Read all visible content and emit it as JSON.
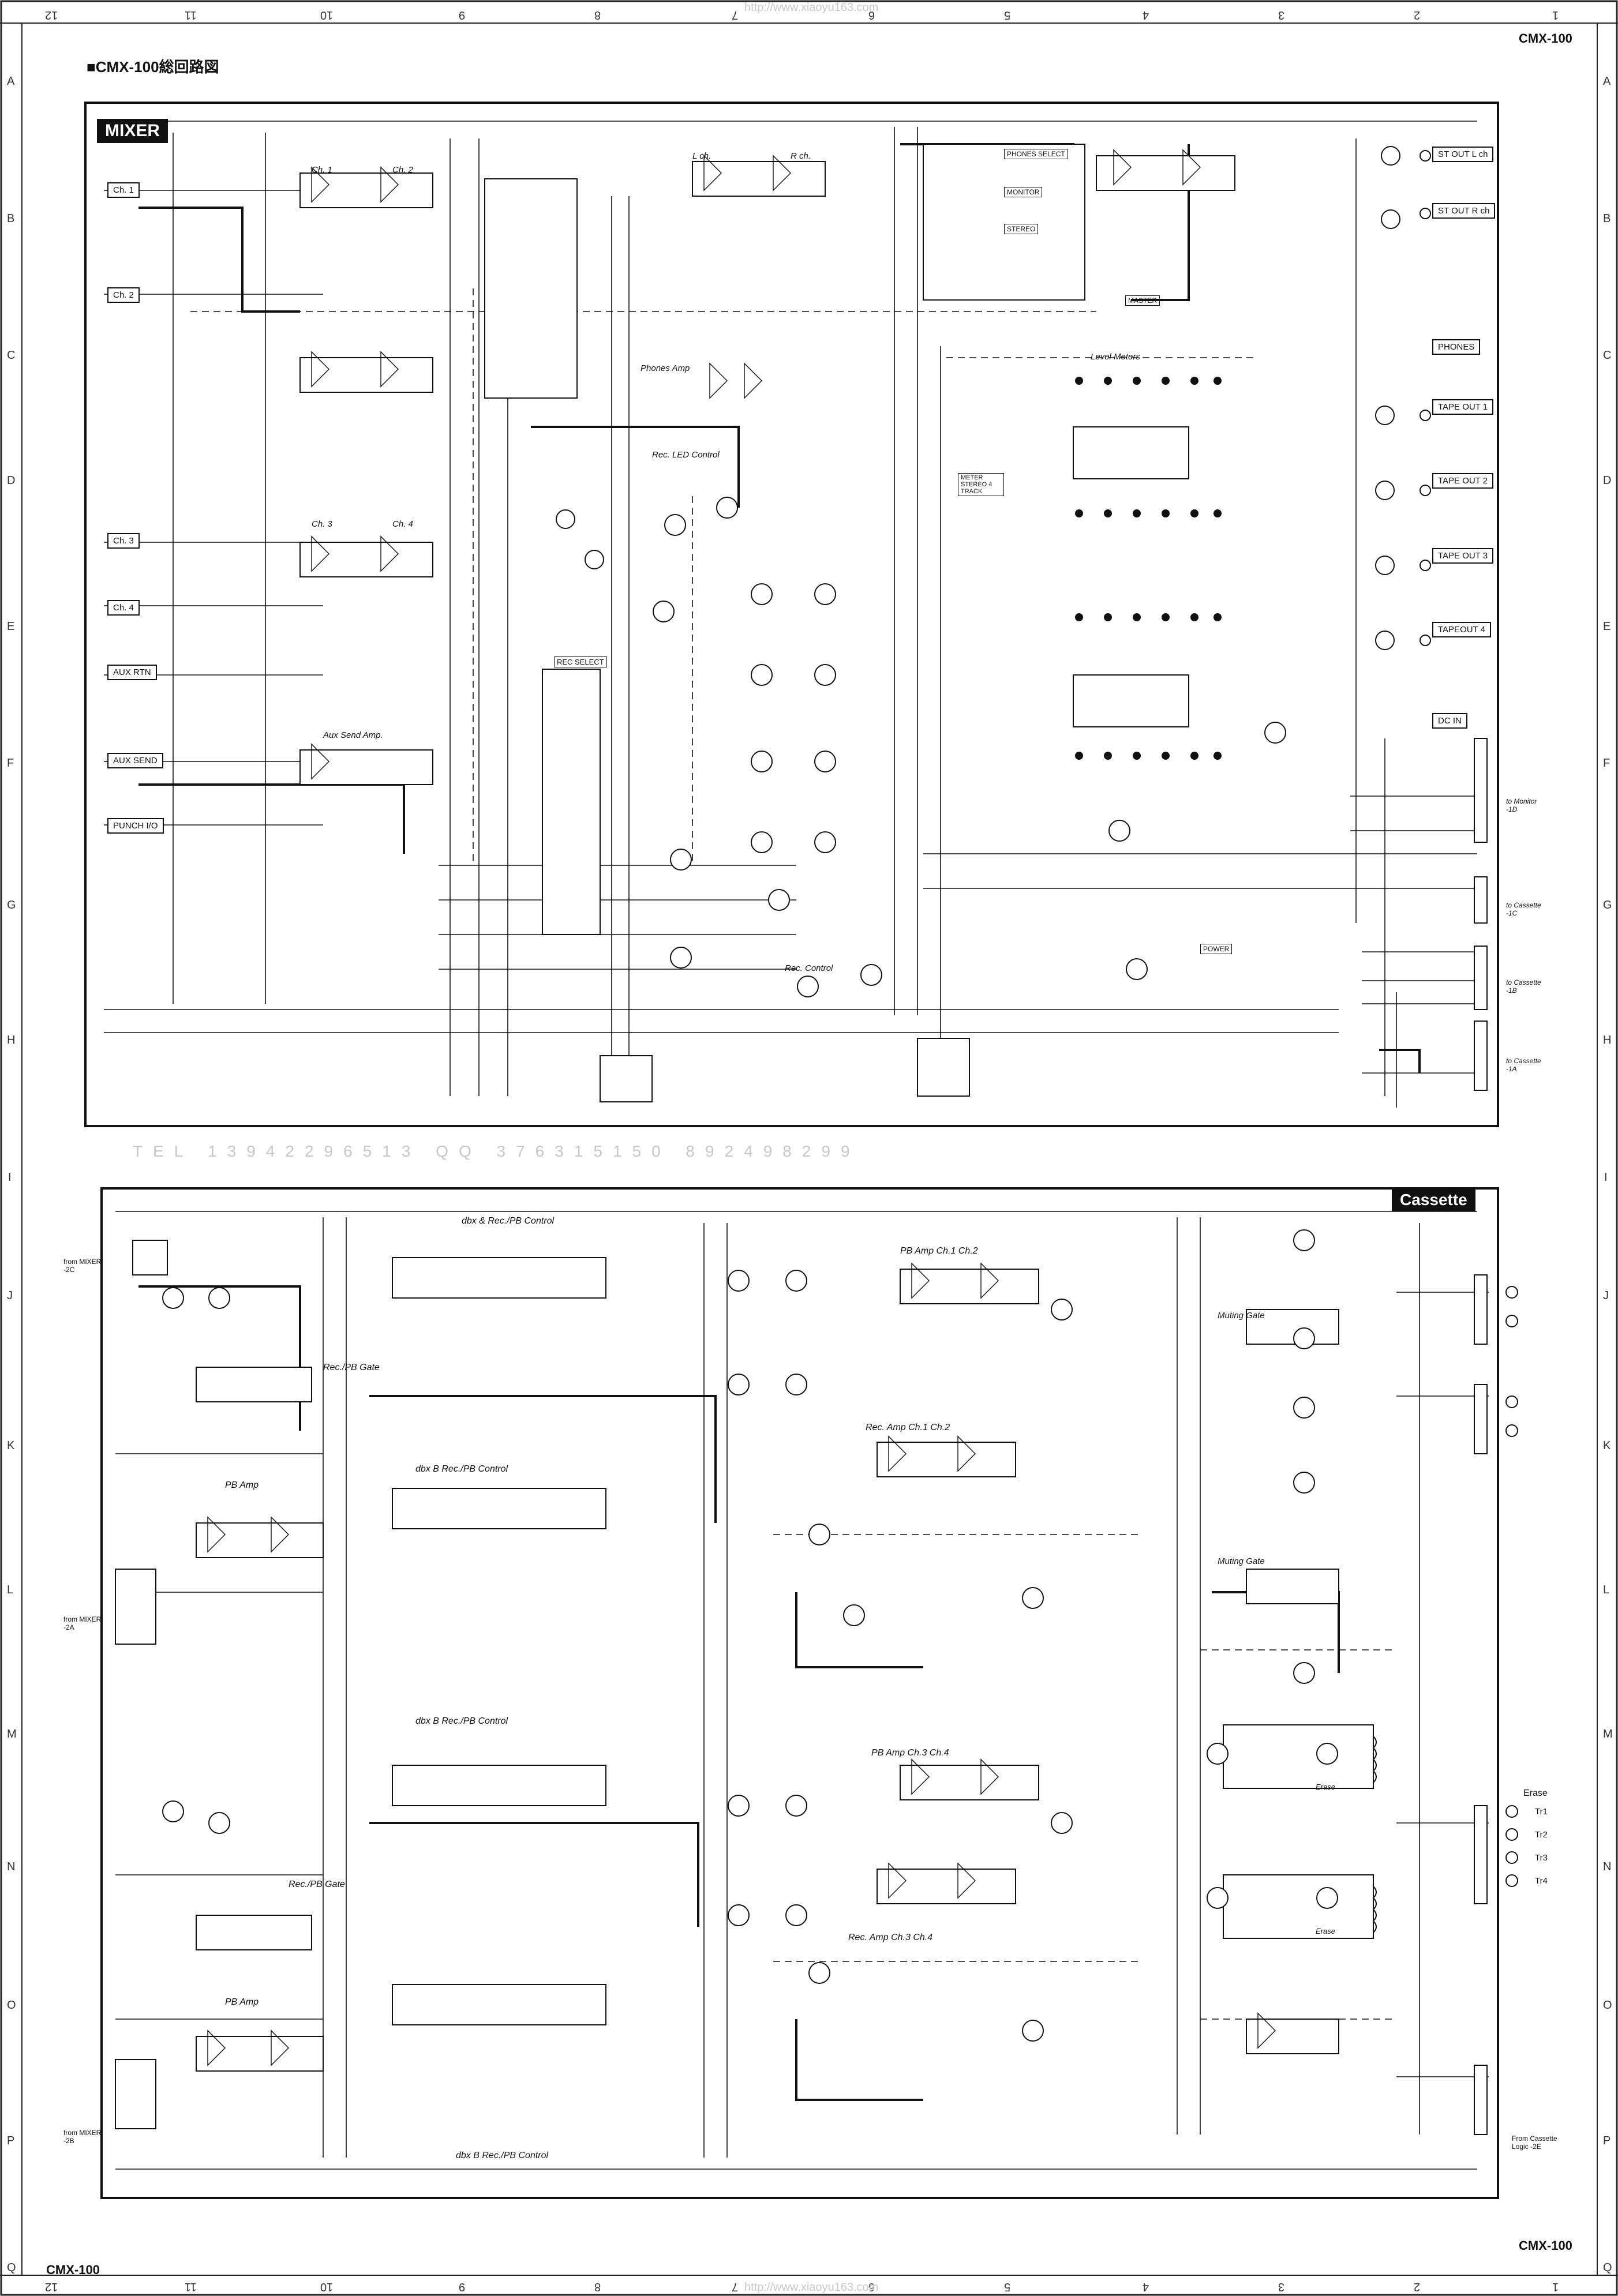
{
  "page": {
    "title": "CMX-100総回路図",
    "model_top": "CMX-100",
    "model_bottom_left": "CMX-100",
    "model_bottom_right": "CMX-100",
    "watermark_top": "http://www.xiaoyu163.com",
    "watermark_bottom": "http://www.xiaoyu163.com",
    "zone_numbers": [
      "12",
      "11",
      "10",
      "9",
      "8",
      "7",
      "6",
      "5",
      "4",
      "3",
      "2",
      "1"
    ],
    "zone_letters": [
      "A",
      "B",
      "C",
      "D",
      "E",
      "F",
      "G",
      "H",
      "I",
      "J",
      "K",
      "L",
      "M",
      "N",
      "O",
      "P",
      "Q"
    ],
    "watermark_mid": "TEL 13942296513    QQ 376315150 892498299"
  },
  "mixer": {
    "tag": "MIXER",
    "inputs": [
      "Ch. 1",
      "Ch. 2",
      "Ch. 3",
      "Ch. 4",
      "AUX RTN",
      "AUX SEND",
      "PUNCH I/O"
    ],
    "outputs": [
      "ST OUT L ch",
      "ST OUT R ch",
      "PHONES",
      "TAPE OUT 1",
      "TAPE OUT 2",
      "TAPE OUT 3",
      "TAPEOUT 4",
      "DC IN"
    ],
    "section_labels": [
      "Ch. 1",
      "Ch. 2",
      "Ch. 3",
      "Ch. 4",
      "L ch.",
      "R ch.",
      "Phones Amp",
      "Rec. LED Control",
      "Level Meters",
      "Aux Send Amp.",
      "REC SELECT",
      "Rec. Control",
      "MASTER",
      "POWER",
      "PHONES SELECT",
      "STEREO",
      "MONITOR",
      "METER STEREO 4 TRACK"
    ],
    "connector_notes": [
      "to Monitor -1D",
      "to Cassette -1C",
      "to Cassette -1B",
      "to Cassette -1A"
    ]
  },
  "cassette": {
    "tag": "Cassette",
    "section_labels": [
      "dbx & Rec./PB Control",
      "dbx B Rec./PB Control",
      "dbx B Rec./PB Control",
      "dbx B Rec./PB Control",
      "PB Amp",
      "PB Amp",
      "Rec./PB Gate",
      "Rec./PB Gate",
      "PB Amp Ch.1 Ch.2",
      "PB Amp Ch.3 Ch.4",
      "Rec. Amp Ch.1 Ch.2",
      "Rec. Amp Ch.3 Ch.4",
      "Muting Gate",
      "Muting Gate",
      "Erase",
      "Erase"
    ],
    "inputs": [
      "from MIXER -2C",
      "from MIXER -2A",
      "from MIXER -2B",
      "From Cassette Logic -2E"
    ],
    "outputs": [
      "Erase",
      "Tr1",
      "Tr2",
      "Tr3",
      "Tr4"
    ]
  }
}
